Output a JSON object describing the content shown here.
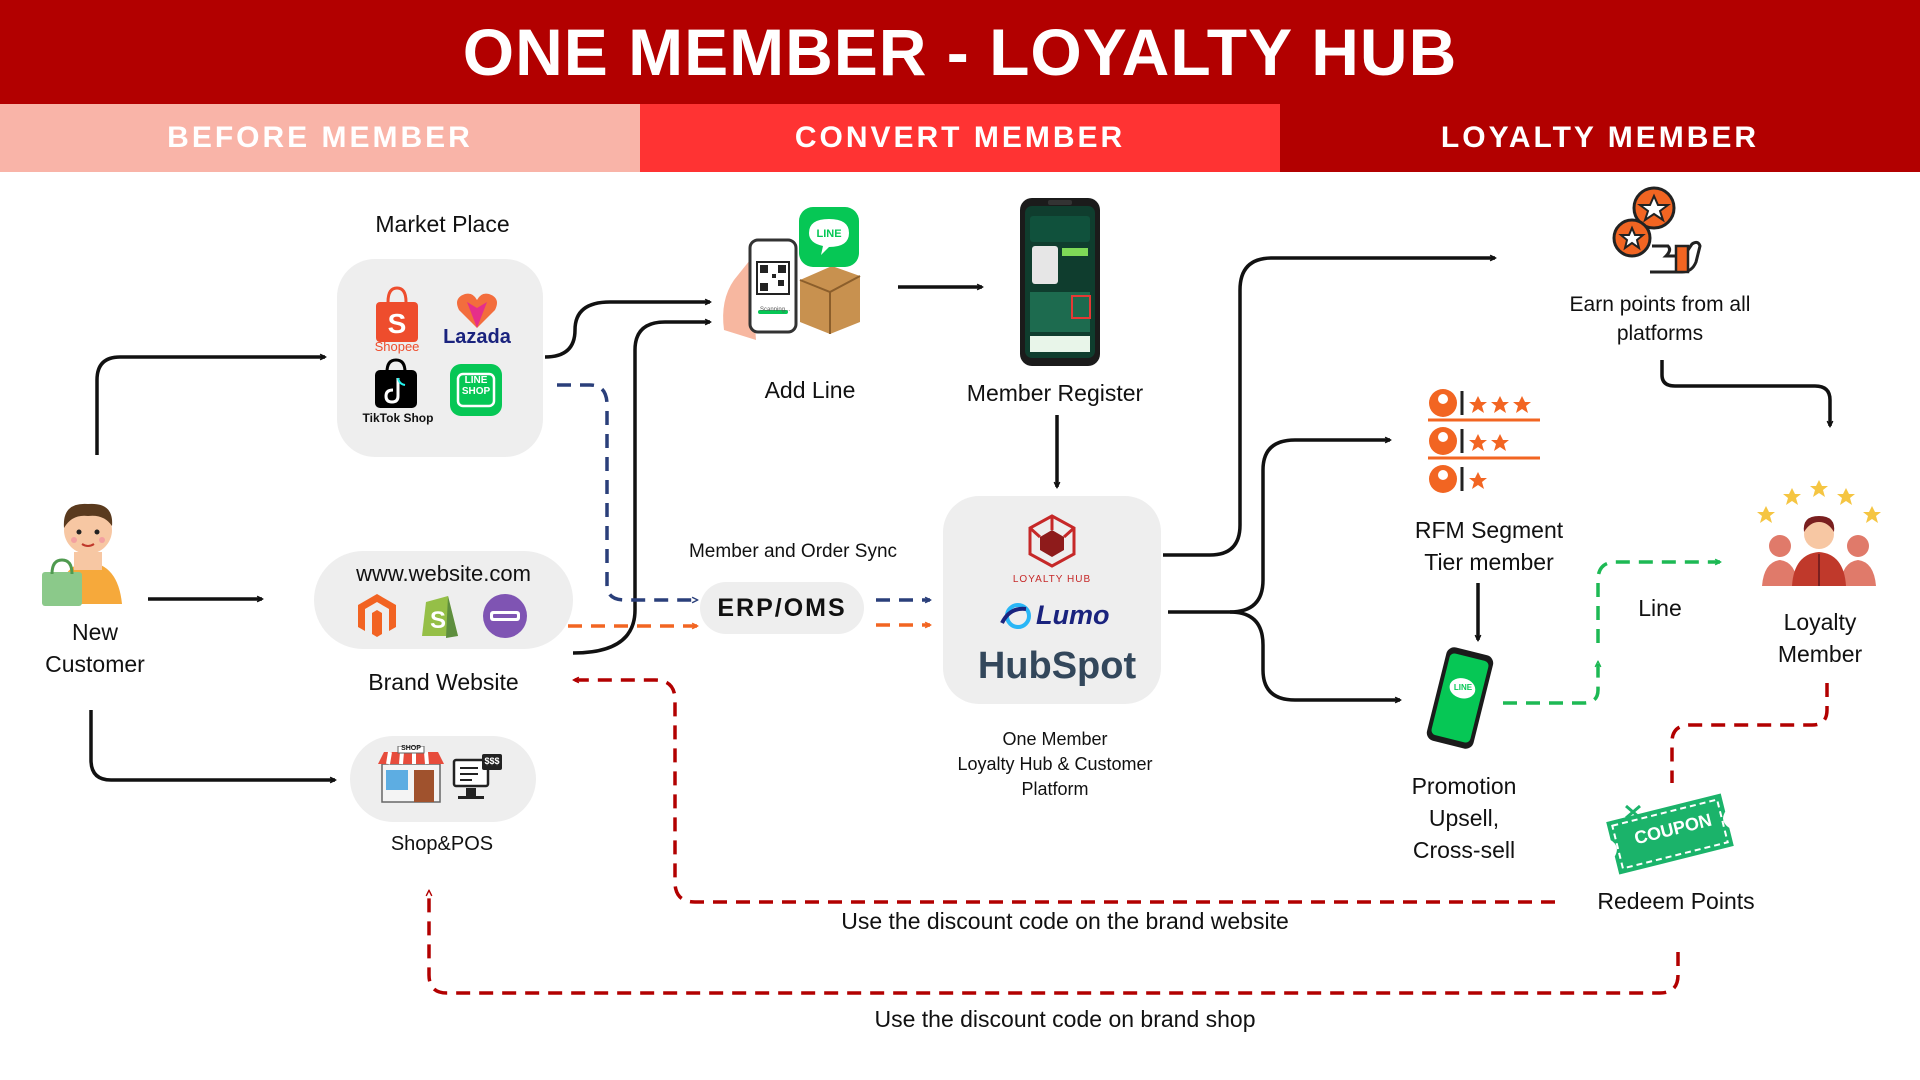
{
  "title": "ONE MEMBER - LOYALTY HUB",
  "phases": [
    {
      "label": "BEFORE MEMBER",
      "color": "#f9b4a8",
      "text_color": "#ffffff"
    },
    {
      "label": "CONVERT MEMBER",
      "color": "#ff3333",
      "text_color": "#ffffff"
    },
    {
      "label": "LOYALTY MEMBER",
      "color": "#b20000",
      "text_color": "#ffffff"
    }
  ],
  "colors": {
    "title_bg": "#b20000",
    "solid_arrow": "#111111",
    "sync_blue": "#2a3f7a",
    "sync_orange": "#f26522",
    "line_green": "#1db954",
    "redeem_red": "#b20000"
  },
  "nodes": {
    "new_customer": {
      "label": "New\nCustomer",
      "icon": "person-with-shopping-bag-icon"
    },
    "market_place": {
      "label": "Market Place",
      "logos": [
        {
          "text": "Shopee",
          "icon": "shopee-bag-icon",
          "color": "#ee4d2d"
        },
        {
          "text": "Lazada",
          "icon": "lazada-heart-icon",
          "color": "#1a237e"
        },
        {
          "text": "TikTok Shop",
          "icon": "tiktok-bag-icon",
          "color": "#000000"
        },
        {
          "text": "LINE SHOP",
          "icon": "line-shop-icon",
          "color": "#06c755"
        }
      ]
    },
    "brand_website": {
      "label": "Brand Website",
      "url": "www.website.com",
      "logos": [
        {
          "icon": "magento-icon",
          "color": "#f26322"
        },
        {
          "icon": "shopify-icon",
          "color": "#95bf47"
        },
        {
          "icon": "woocommerce-icon",
          "color": "#7f54b3"
        }
      ]
    },
    "shop_pos": {
      "label": "Shop&POS",
      "icons": [
        "storefront-icon",
        "pos-terminal-icon"
      ],
      "shop_sign": "SHOP",
      "pos_text": "$$$"
    },
    "add_line": {
      "label": "Add Line",
      "line_badge": "LINE",
      "icon": "phone-qr-scan-icon",
      "scan_text": "Scanning..."
    },
    "member_register": {
      "label": "Member Register",
      "icon": "phone-register-screen-icon"
    },
    "sync": {
      "caption": "Member and Order Sync",
      "label": "ERP/OMS"
    },
    "hub": {
      "caption": "One Member\nLoyalty Hub & Customer\nPlatform",
      "logos": [
        {
          "text": "LOYALTY HUB",
          "icon": "loyalty-hub-cube-icon"
        },
        {
          "text": "Lumo",
          "icon": "lumo-logo-icon"
        },
        {
          "text": "HubSpot",
          "icon": "hubspot-logo-icon"
        }
      ]
    },
    "earn_points": {
      "label": "Earn points from all\nplatforms",
      "icon": "hand-with-star-coins-icon"
    },
    "rfm": {
      "label": "RFM Segment\nTier member",
      "icon": "tiered-star-rating-icon"
    },
    "promotion": {
      "label": "Promotion\nUpsell,\nCross-sell",
      "icon": "line-phone-icon",
      "badge": "LINE"
    },
    "line_label": {
      "label": "Line"
    },
    "loyalty_member": {
      "label": "Loyalty\nMember",
      "icon": "member-group-with-stars-icon"
    },
    "redeem": {
      "label": "Redeem Points",
      "icon": "coupon-icon",
      "coupon_text": "COUPON"
    }
  },
  "flows": {
    "website_redeem": "Use the discount code on the brand website",
    "shop_redeem": "Use the discount code on brand shop"
  }
}
